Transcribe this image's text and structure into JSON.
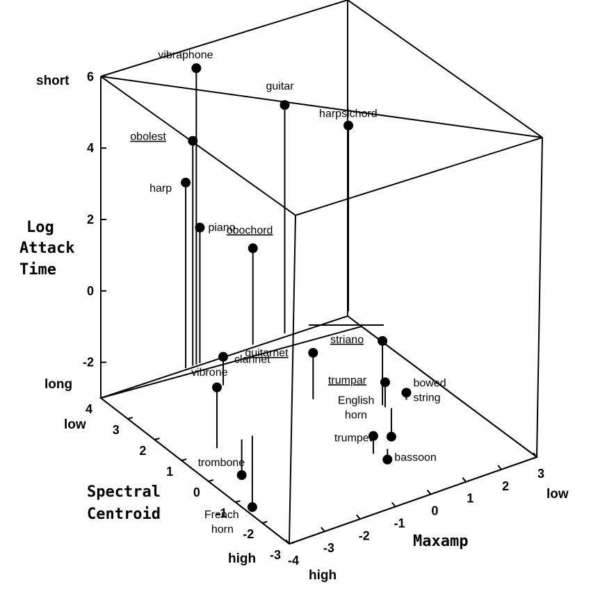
{
  "chart_data": {
    "type": "scatter3d",
    "axes": {
      "x": {
        "label": "Maxamp",
        "range": [
          -4,
          3
        ],
        "ticks": [
          "-4",
          "-3",
          "-2",
          "-1",
          "0",
          "1",
          "2",
          "3"
        ],
        "low_label": "high",
        "high_label": "low"
      },
      "y": {
        "label": [
          "Spectral",
          "Centroid"
        ],
        "range": [
          -3,
          4
        ],
        "ticks": [
          "-3",
          "-2",
          "-1",
          "0",
          "1",
          "2",
          "3",
          "4"
        ],
        "low_label": "high",
        "high_label": "low"
      },
      "z": {
        "label": [
          "Log",
          "Attack",
          "Time"
        ],
        "range": [
          -3,
          6
        ],
        "ticks": [
          "-2",
          "0",
          "2",
          "4",
          "6"
        ],
        "low_label": "long",
        "high_label": "short"
      }
    },
    "points": [
      {
        "name": "vibraphone",
        "x": -1.3,
        "y": 4,
        "z": 5.3,
        "underline": false
      },
      {
        "name": "obolest",
        "x": -1.4,
        "y": 4,
        "z": 3.3,
        "underline": true
      },
      {
        "name": "harp",
        "x": -1.6,
        "y": 4,
        "z": 2.2,
        "underline": false
      },
      {
        "name": "piano",
        "x": -1.2,
        "y": 4,
        "z": 0.8,
        "underline": false
      },
      {
        "name": "guitar",
        "x": 1.2,
        "y": 4,
        "z": 3.4,
        "underline": false
      },
      {
        "name": "harpsichord",
        "x": 3.0,
        "y": 4,
        "z": 2.2,
        "underline": false
      },
      {
        "name": "obochord",
        "x": 0.3,
        "y": 4,
        "z": -0.3,
        "underline": true
      },
      {
        "name": "vibrone",
        "x": -3.0,
        "y": 1.0,
        "z": -1.3,
        "underline": false
      },
      {
        "name": "guitarnet",
        "x": 0.1,
        "y": 1.5,
        "z": -1.7,
        "underline": true
      },
      {
        "name": "striano",
        "x": 1.3,
        "y": 0.5,
        "z": -1.2,
        "underline": true
      },
      {
        "name": "trumpar",
        "x": 1.3,
        "y": 0.4,
        "z": -2.3,
        "underline": true
      },
      {
        "name": "clarinet",
        "x": -1.3,
        "y": 3.0,
        "z": -2.2,
        "underline": false
      },
      {
        "name": "bowed string",
        "x": 1.9,
        "y": 0.4,
        "z": -2.8,
        "underline": false
      },
      {
        "name": "trumpet",
        "x": 1.4,
        "y": 0.3,
        "z": -3.8,
        "underline": false
      },
      {
        "name": "trombone",
        "x": -2.3,
        "y": 1.0,
        "z": -4.0,
        "underline": false
      },
      {
        "name": "French horn",
        "x": -2.0,
        "y": 1.0,
        "z": -5.0,
        "underline": false
      },
      {
        "name": "English horn",
        "x": -0.1,
        "y": -1.0,
        "z": -2.5,
        "underline": false
      },
      {
        "name": "bassoon",
        "x": 0.3,
        "y": -1.0,
        "z": -3.3,
        "underline": false
      }
    ]
  }
}
